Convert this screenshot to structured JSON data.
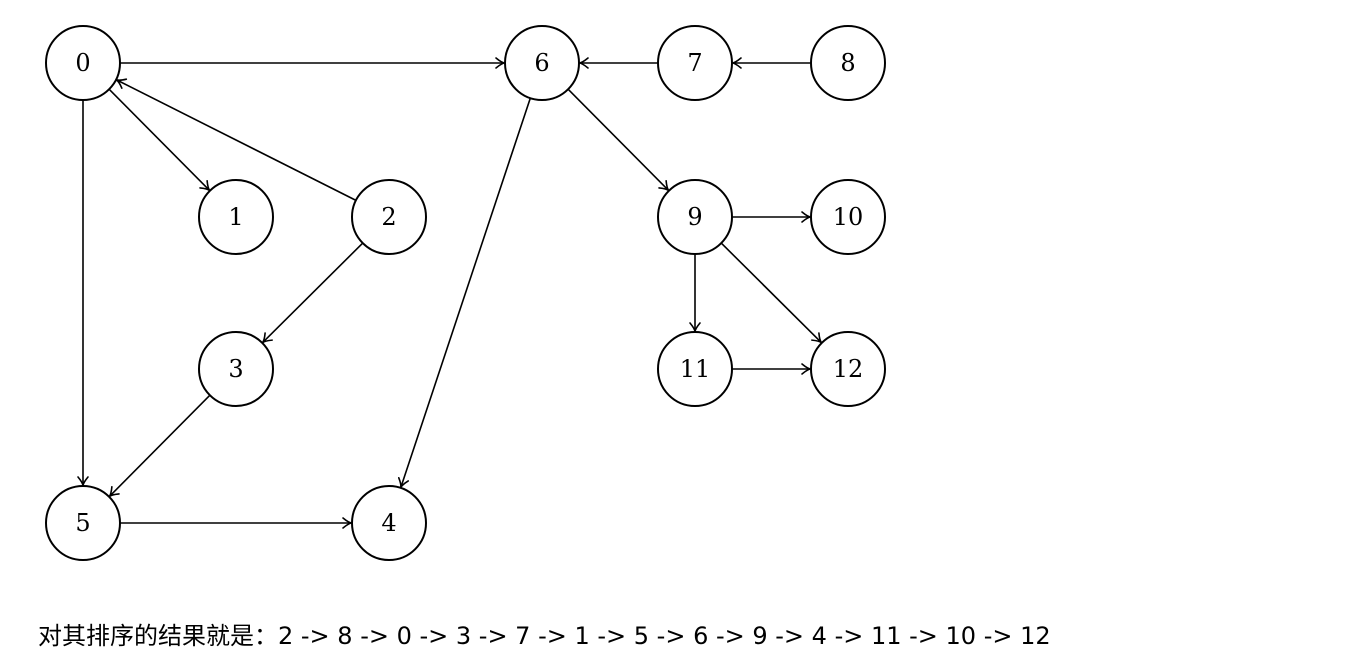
{
  "graph": {
    "nodes": [
      "0",
      "1",
      "2",
      "3",
      "4",
      "5",
      "6",
      "7",
      "8",
      "9",
      "10",
      "11",
      "12"
    ],
    "edges": [
      {
        "from": "0",
        "to": "6"
      },
      {
        "from": "0",
        "to": "1"
      },
      {
        "from": "0",
        "to": "5"
      },
      {
        "from": "2",
        "to": "0"
      },
      {
        "from": "2",
        "to": "3"
      },
      {
        "from": "3",
        "to": "5"
      },
      {
        "from": "5",
        "to": "4"
      },
      {
        "from": "6",
        "to": "4"
      },
      {
        "from": "6",
        "to": "9"
      },
      {
        "from": "7",
        "to": "6"
      },
      {
        "from": "8",
        "to": "7"
      },
      {
        "from": "9",
        "to": "10"
      },
      {
        "from": "9",
        "to": "11"
      },
      {
        "from": "9",
        "to": "12"
      },
      {
        "from": "11",
        "to": "12"
      }
    ]
  },
  "result": {
    "text": "对其排序的结果就是：2 -> 8 -> 0 -> 3 -> 7 -> 1 -> 5 -> 6 -> 9 -> 4 -> 11 -> 10 -> 12"
  }
}
